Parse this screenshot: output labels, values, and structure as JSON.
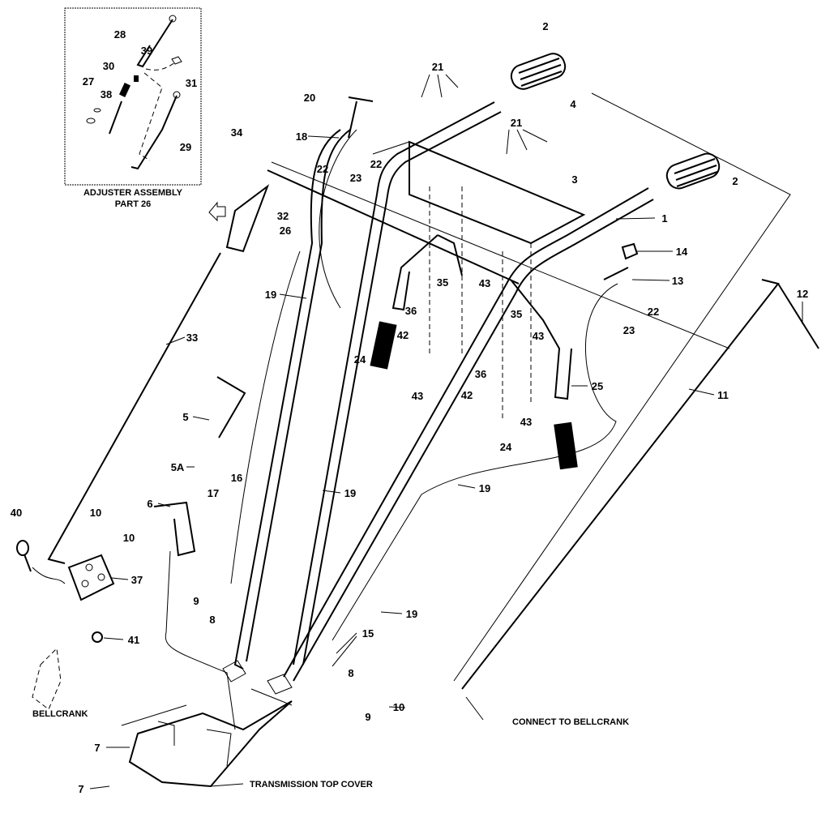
{
  "inset": {
    "title_line1": "ADJUSTER ASSEMBLY",
    "title_line2": "PART 26"
  },
  "labels": {
    "bellcrank": "BELLCRANK",
    "connect_to_bellcrank": "CONNECT TO BELLCRANK",
    "transmission_top_cover": "TRANSMISSION TOP COVER"
  },
  "callouts": [
    "2",
    "21",
    "20",
    "4",
    "2",
    "18",
    "22",
    "22",
    "23",
    "21",
    "3",
    "34",
    "32",
    "26",
    "1",
    "14",
    "13",
    "19",
    "35",
    "43",
    "36",
    "42",
    "22",
    "23",
    "12",
    "33",
    "24",
    "35",
    "43",
    "36",
    "43",
    "42",
    "43",
    "25",
    "11",
    "5",
    "5A",
    "24",
    "16",
    "17",
    "19",
    "19",
    "6",
    "40",
    "10",
    "10",
    "37",
    "19",
    "9",
    "8",
    "41",
    "15",
    "8",
    "9",
    "10",
    "7",
    "7",
    "28",
    "39",
    "30",
    "27",
    "38",
    "31",
    "29"
  ]
}
